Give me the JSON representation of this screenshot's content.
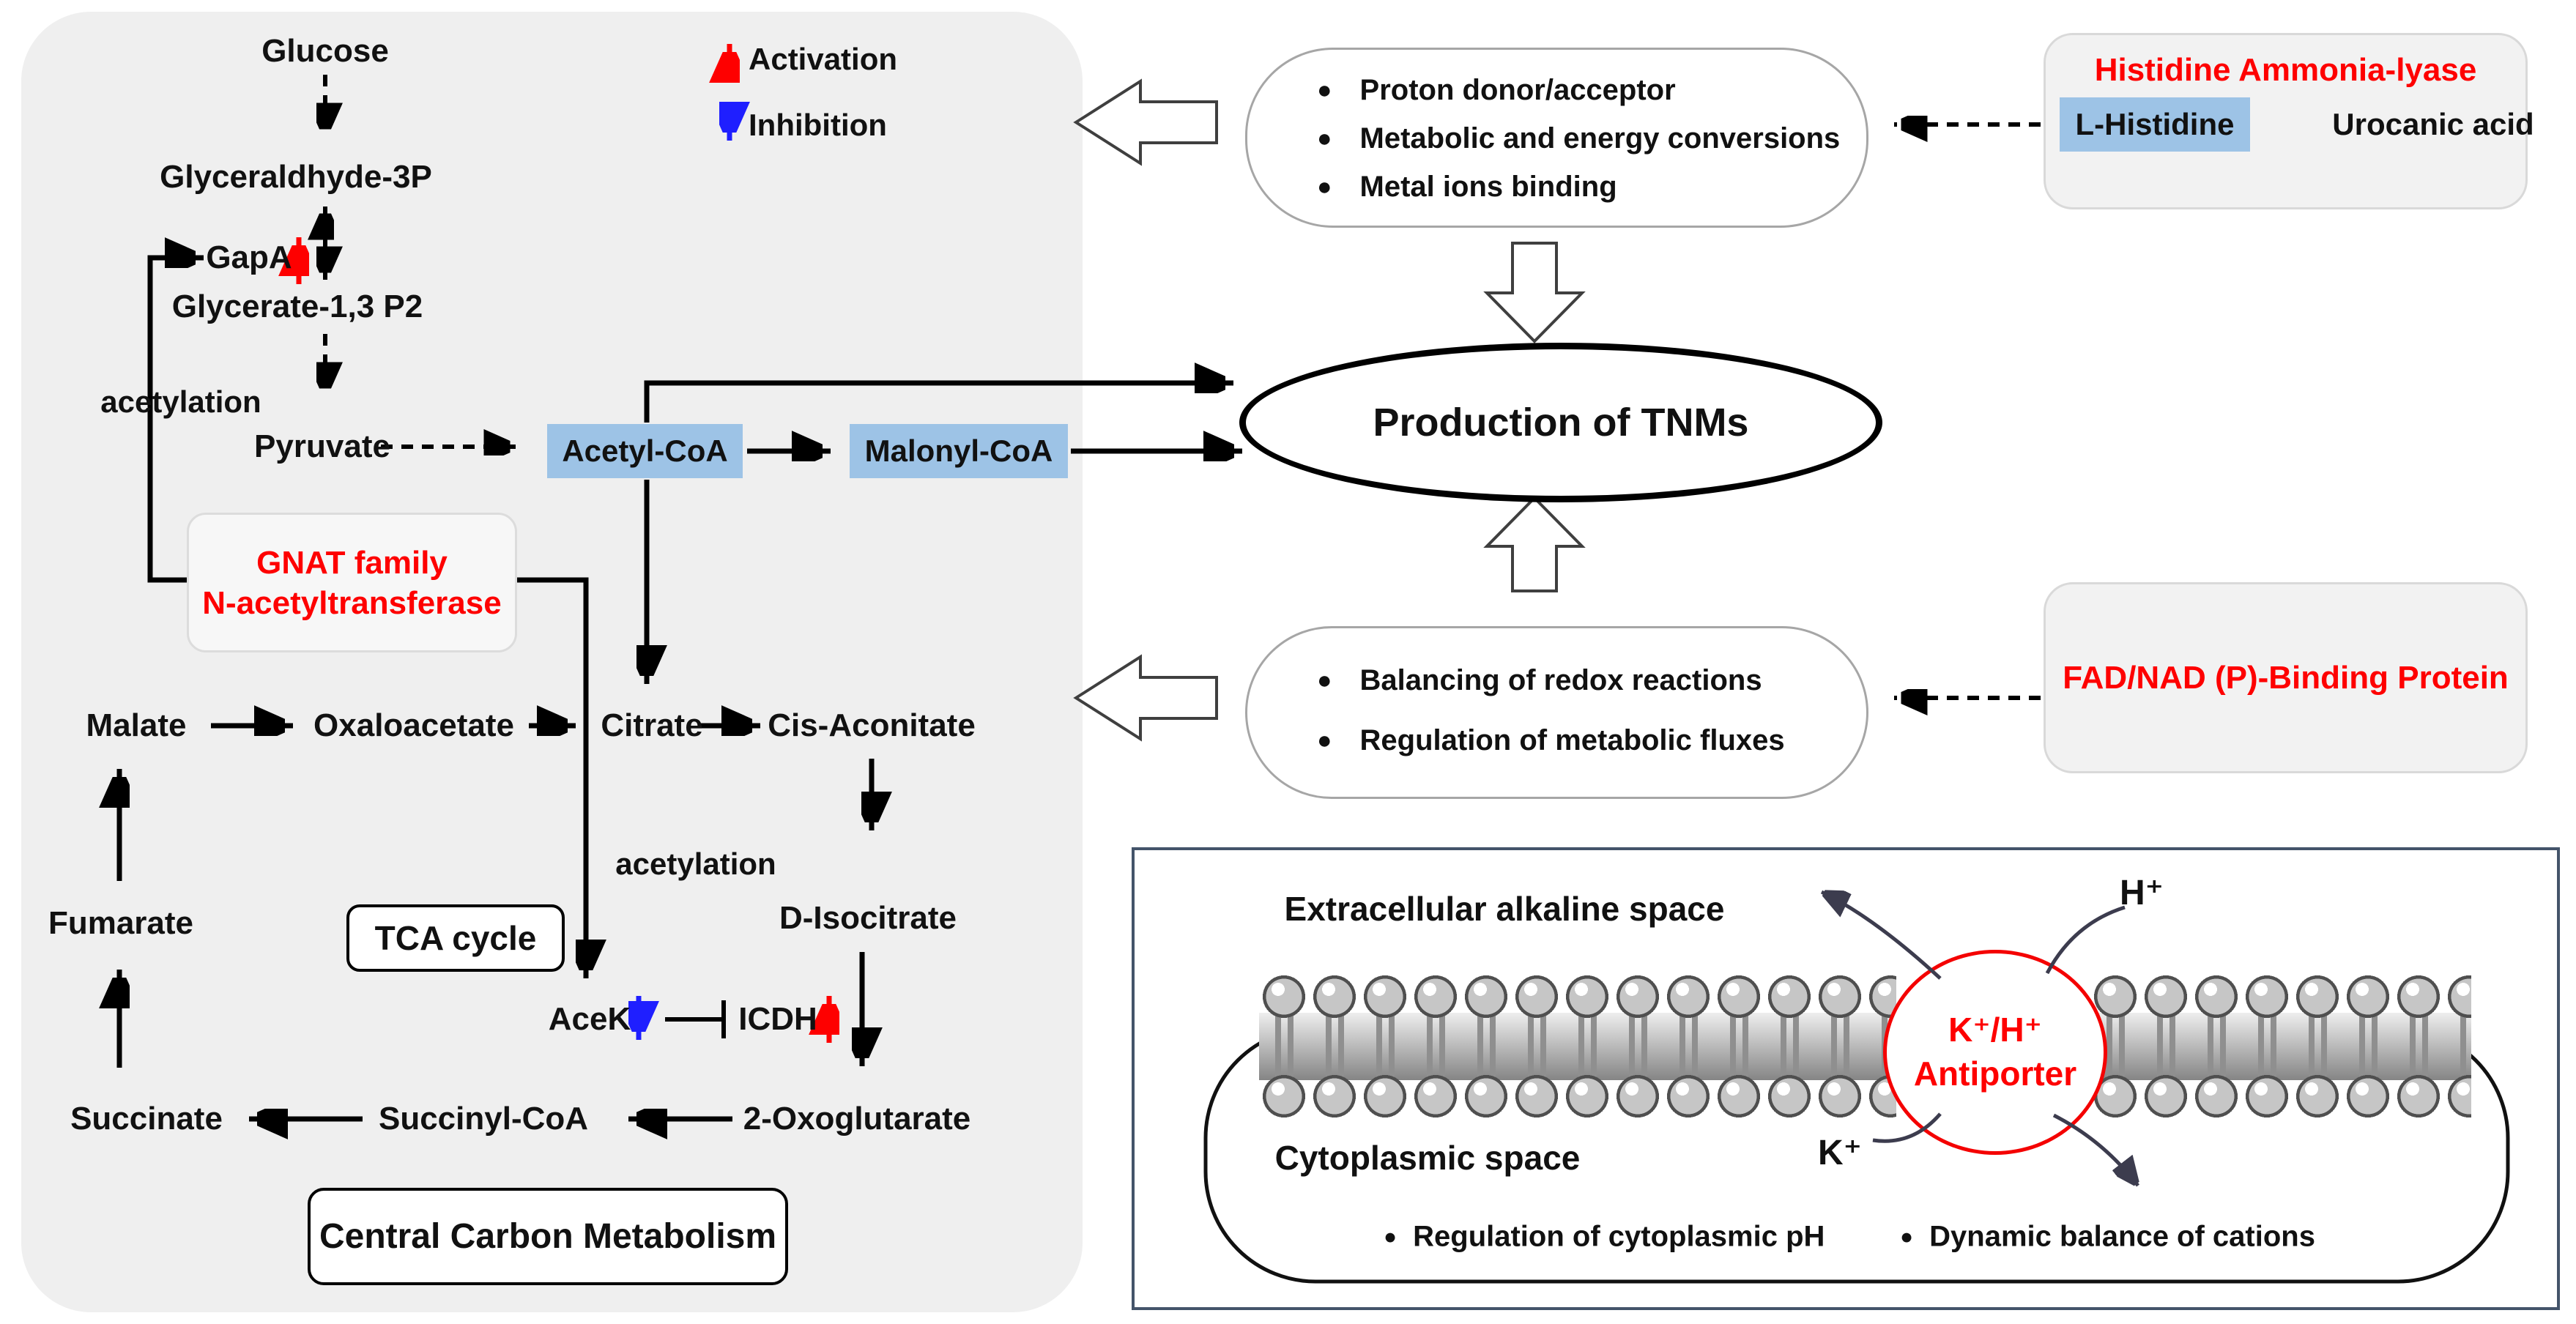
{
  "legend": {
    "activation": "Activation",
    "inhibition": "Inhibition"
  },
  "glycolysis": {
    "glucose": "Glucose",
    "g3p": "Glyceraldhyde-3P",
    "gapa": "GapA",
    "glycerate": "Glycerate-1,3 P2",
    "acetylation": "acetylation",
    "pyruvate": "Pyruvate",
    "acetyl_coa": "Acetyl-CoA",
    "malonyl_coa": "Malonyl-CoA"
  },
  "gnat": {
    "line1": "GNAT family",
    "line2": "N-acetyltransferase"
  },
  "tca": {
    "malate": "Malate",
    "oxaloacetate": "Oxaloacetate",
    "citrate": "Citrate",
    "cis_aconitate": "Cis-Aconitate",
    "acetylation": "acetylation",
    "tca_cycle": "TCA cycle",
    "d_isocitrate": "D-Isocitrate",
    "fumarate": "Fumarate",
    "acek": "AceK",
    "icdh": "ICDH",
    "oxoglutarate": "2-Oxoglutarate",
    "succinyl_coa": "Succinyl-CoA",
    "succinate": "Succinate"
  },
  "panel_title": "Central Carbon Metabolism",
  "tnm": {
    "title": "Production of TNMs"
  },
  "pill1": {
    "items": [
      "Proton donor/acceptor",
      "Metabolic and energy conversions",
      "Metal ions binding"
    ]
  },
  "pill2": {
    "items": [
      "Balancing of redox reactions",
      "Regulation of metabolic fluxes"
    ]
  },
  "histidine": {
    "title": "Histidine Ammonia-lyase",
    "substrate": "L-Histidine",
    "product": "Urocanic acid"
  },
  "fad": {
    "title": "FAD/NAD (P)-Binding Protein"
  },
  "membrane": {
    "extracellular": "Extracellular alkaline space",
    "cytoplasmic": "Cytoplasmic space",
    "h_ion": "H⁺",
    "k_ion": "K⁺",
    "antiporter_line1": "K⁺/H⁺",
    "antiporter_line2": "Antiporter",
    "bullets": [
      "Regulation of cytoplasmic pH",
      "Dynamic balance of cations"
    ]
  },
  "colors": {
    "activation_red": "#fe0000",
    "inhibition_blue": "#1f1fff",
    "metabolite_blue": "#9dc3e6",
    "panel_gray": "#efefef",
    "membrane_border": "#44546a",
    "antiporter_red": "#f40000"
  }
}
